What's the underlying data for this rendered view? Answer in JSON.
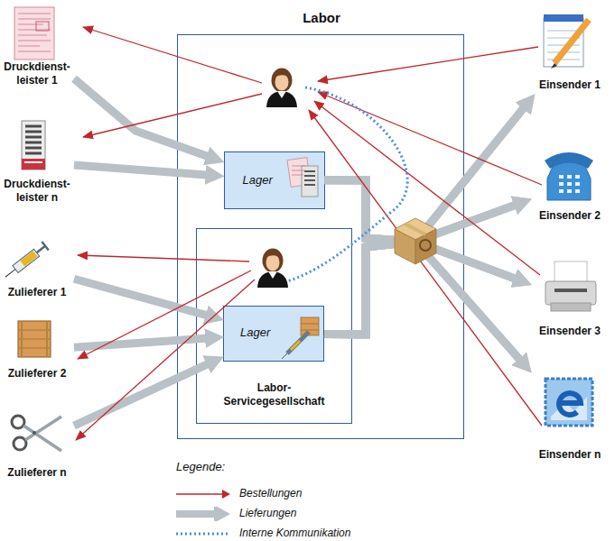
{
  "diagram": {
    "nodes": [
      {
        "text": [
          "Druckdienst- leister 1"
        ]
      },
      {
        "text": [
          "Druckdienst- leister n"
        ]
      },
      {
        "text": [
          "Zulieferer 1"
        ]
      },
      {
        "text": [
          "Zulieferer 2"
        ]
      },
      {
        "text": [
          "Zulieferer n"
        ]
      },
      {
        "text": [
          "Labor"
        ]
      },
      {
        "text": [
          "Lager"
        ],
        "in": 5
      },
      {
        "text": [
          "Labor- Servicegesellschaft"
        ],
        "in": 5
      },
      {
        "text": [
          "Lager"
        ],
        "in": 7
      },
      {
        "text": [
          "Einsender 1"
        ]
      },
      {
        "text": [
          "Einsender 2"
        ]
      },
      {
        "text": [
          "Einsender 3"
        ]
      },
      {
        "text": [
          "Einsender n"
        ]
      }
    ],
    "edges": [
      {
        "from": 0,
        "to": 6,
        "arrow": "to"
      },
      {
        "from": 1,
        "to": 6,
        "arrow": "to"
      },
      {
        "from": 2,
        "to": 8,
        "arrow": "to"
      },
      {
        "from": 3,
        "to": 8,
        "arrow": "to"
      },
      {
        "from": 4,
        "to": 8,
        "arrow": "to"
      },
      {
        "from": 6,
        "to": 9,
        "arrow": "to"
      },
      {
        "from": 6,
        "to": 10,
        "arrow": "to"
      },
      {
        "from": 6,
        "to": 11,
        "arrow": "to"
      },
      {
        "from": 6,
        "to": 12,
        "arrow": "to"
      },
      {
        "from": 8,
        "to": 9,
        "arrow": "to"
      },
      {
        "from": 8,
        "to": 10,
        "arrow": "to"
      },
      {
        "from": 8,
        "to": 11,
        "arrow": "to"
      },
      {
        "from": 8,
        "to": 12,
        "arrow": "to"
      }
    ],
    "labels": [
      "Legende:"
    ],
    "legend": [
      {
        "text": "Bestellungen"
      },
      {
        "text": "Lieferungen"
      },
      {
        "text": "Interne Kommunikation"
      }
    ]
  }
}
